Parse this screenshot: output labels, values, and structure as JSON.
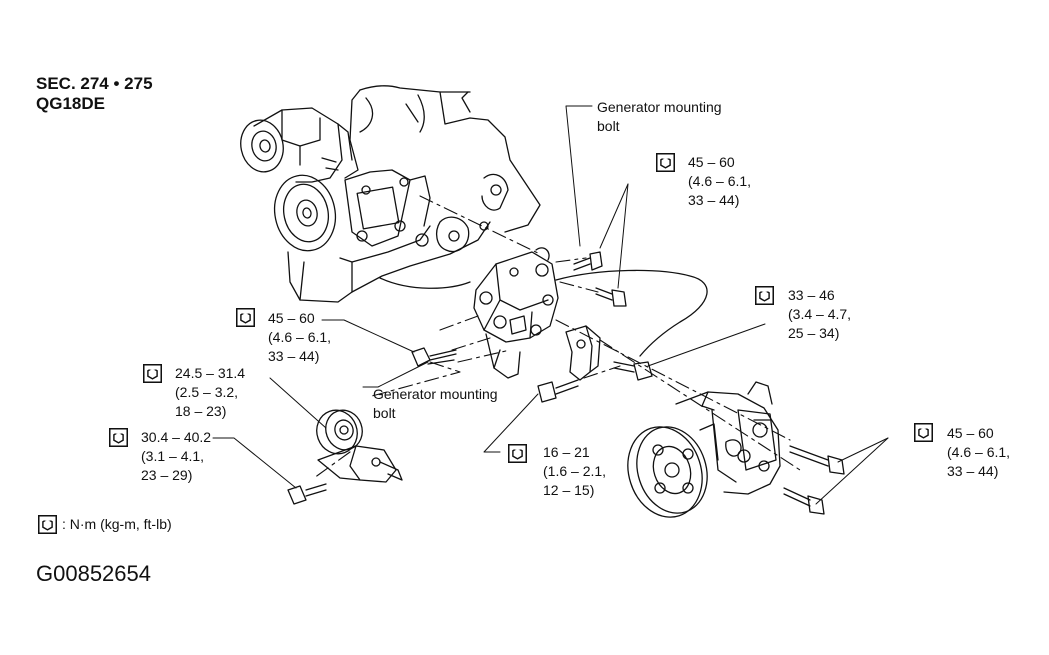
{
  "header": {
    "section": "SEC. 274 • 275",
    "engine": "QG18DE"
  },
  "labels": {
    "generator_bolt_top": [
      "Generator mounting",
      "bolt"
    ],
    "generator_bolt_mid": [
      "Generator mounting",
      "bolt"
    ]
  },
  "torques": {
    "t1": [
      "45 – 60",
      "(4.6 – 6.1,",
      "33 – 44)"
    ],
    "t2": [
      "33 – 46",
      "(3.4 – 4.7,",
      "25 – 34)"
    ],
    "t3": [
      "45 – 60",
      "(4.6 – 6.1,",
      "33 – 44)"
    ],
    "t4": [
      "24.5 – 31.4",
      "(2.5 – 3.2,",
      "18 – 23)"
    ],
    "t5": [
      "30.4 – 40.2",
      "(3.1 – 4.1,",
      "23 – 29)"
    ],
    "t6": [
      "16 – 21",
      "(1.6 – 2.1,",
      "12 – 15)"
    ],
    "t7": [
      "45 – 60",
      "(4.6 – 6.1,",
      "33 – 44)"
    ]
  },
  "legend": {
    "text": ": N·m (kg-m, ft-lb)"
  },
  "figure_id": "G00852654",
  "icons": {
    "torque": "torque-wrench-icon"
  }
}
